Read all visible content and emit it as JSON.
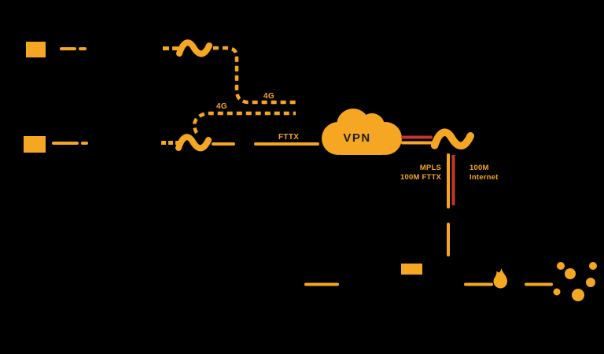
{
  "page": {
    "background": "#000000"
  },
  "palette": {
    "accent_yellow": "#F5A623",
    "accent_red": "#C0392B",
    "vpn_text_color": "#1F1F1F"
  },
  "diagram": {
    "vpn_cloud_label": "VPN",
    "labels": {
      "cellular_top": "4G",
      "cellular_mid": "4G",
      "fttx": "FTTX",
      "mpls_line1": "MPLS",
      "mpls_line2": "100M FTTX",
      "internet_line1": "100M",
      "internet_line2": "Internet"
    },
    "icons": {
      "wave_link_top": "wave-link-icon",
      "wave_link_bottom": "wave-link-icon",
      "wave_link_right": "wave-link-icon",
      "flame": "flame-icon",
      "dots_cluster": "dots-cluster-icon",
      "endpoint_blocks": "device-block-icon"
    }
  }
}
